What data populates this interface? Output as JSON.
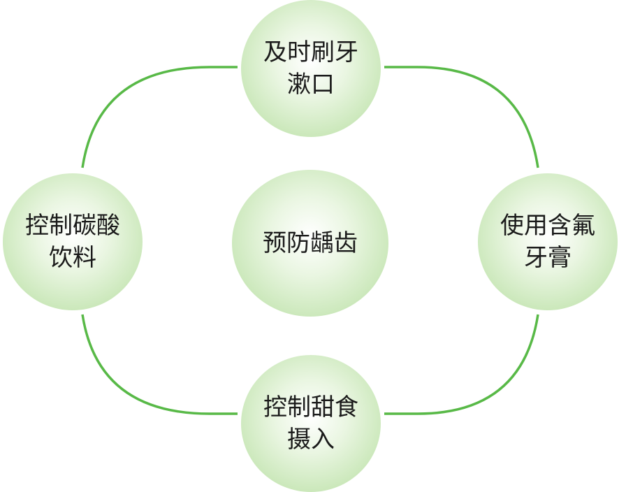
{
  "diagram": {
    "connector_color": "#58b947",
    "center": {
      "label": "预防龋齿"
    },
    "nodes": {
      "top": {
        "label": "及时刷牙漱口"
      },
      "right": {
        "label": "使用含氟牙膏"
      },
      "bottom": {
        "label": "控制甜食摄入"
      },
      "left": {
        "label": "控制碳酸饮料"
      }
    }
  }
}
